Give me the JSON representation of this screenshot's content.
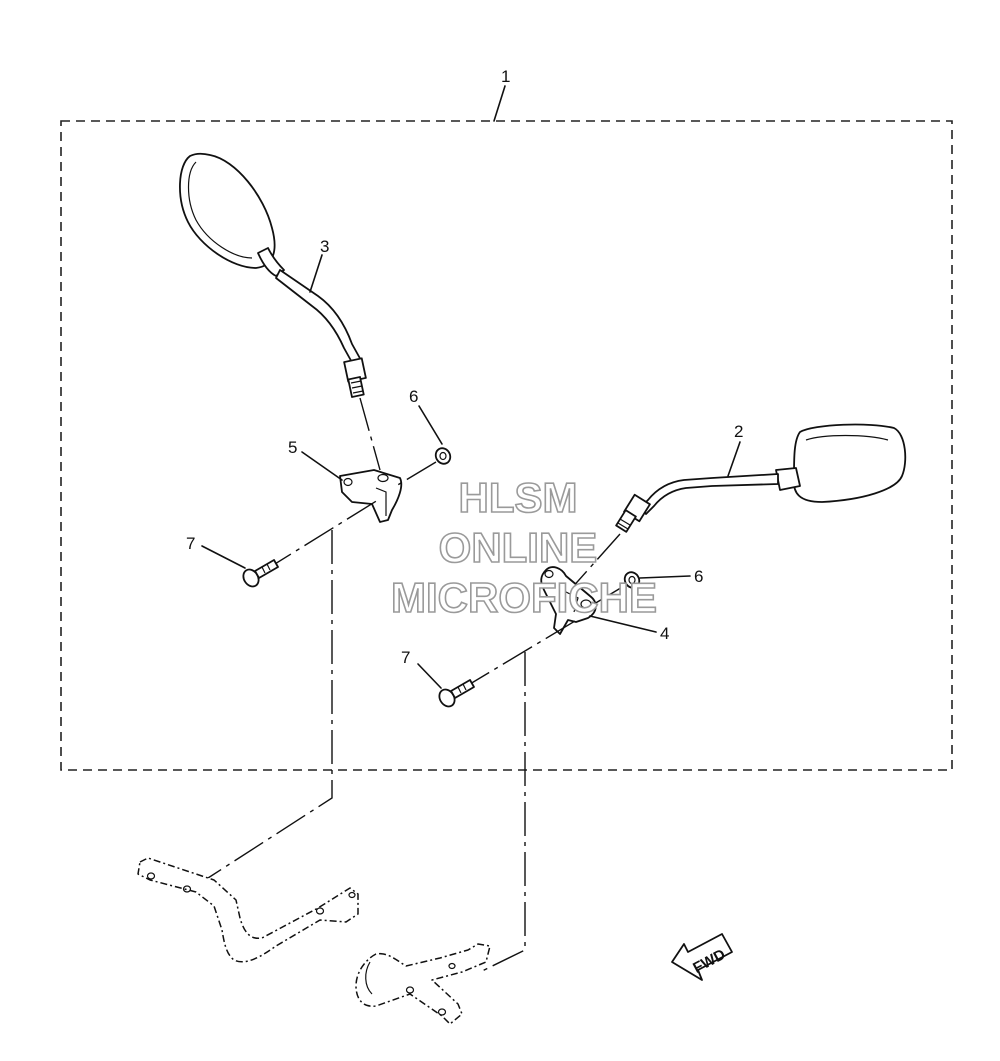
{
  "callouts": {
    "c1": "1",
    "c2": "2",
    "c3": "3",
    "c4": "4",
    "c5": "5",
    "c6a": "6",
    "c6b": "6",
    "c7a": "7",
    "c7b": "7"
  },
  "watermark": {
    "line1": "HLSM",
    "line2": "ONLINE",
    "line3": "MICROFICHE"
  },
  "direction_marker": {
    "label": "FWD",
    "icon": "fwd-arrow-icon"
  }
}
